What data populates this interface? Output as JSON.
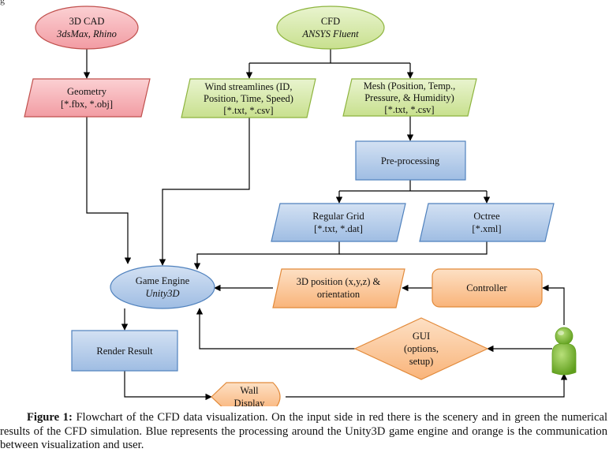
{
  "top_fragment": "g",
  "nodes": {
    "cad": {
      "title": "3D CAD",
      "subtitle": "3dsMax, Rhino"
    },
    "cfd": {
      "title": "CFD",
      "subtitle": "ANSYS Fluent"
    },
    "geometry": {
      "line1": "Geometry",
      "line2": "[*.fbx, *.obj]"
    },
    "wind": {
      "line1": "Wind streamlines (ID,",
      "line2": "Position, Time, Speed)",
      "line3": "[*.txt, *.csv]"
    },
    "mesh": {
      "line1": "Mesh (Position, Temp.,",
      "line2": "Pressure, & Humidity)",
      "line3": "[*.txt, *.csv]"
    },
    "preprocessing": {
      "label": "Pre-processing"
    },
    "regular_grid": {
      "line1": "Regular Grid",
      "line2": "[*.txt, *.dat]"
    },
    "octree": {
      "line1": "Octree",
      "line2": "[*.xml]"
    },
    "game_engine": {
      "title": "Game Engine",
      "subtitle": "Unity3D"
    },
    "position": {
      "line1": "3D position (x,y,z) &",
      "line2": "orientation"
    },
    "controller": {
      "label": "Controller"
    },
    "render": {
      "label": "Render Result"
    },
    "gui": {
      "line1": "GUI",
      "line2": "(options,",
      "line3": "setup)"
    },
    "wall": {
      "line1": "Wall",
      "line2": "Display"
    },
    "user": {
      "icon": "user-icon"
    }
  },
  "colors": {
    "red_fill": "#f5b3b8",
    "red_stroke": "#c0504d",
    "green_fill": "#d6eaa8",
    "green_stroke": "#8db43e",
    "blue_fill": "#b7cde9",
    "blue_stroke": "#4f81bd",
    "orange_fill": "#fbcfa6",
    "orange_stroke": "#e28a3a",
    "user_green": "#78b82a"
  },
  "caption": {
    "label": "Figure 1:",
    "text": " Flowchart of the CFD data visualization. On the input side in red there is the scenery and in green the numerical results of the CFD simulation. Blue represents the processing around the Unity3D game engine and orange is the communication between visualization and user."
  }
}
